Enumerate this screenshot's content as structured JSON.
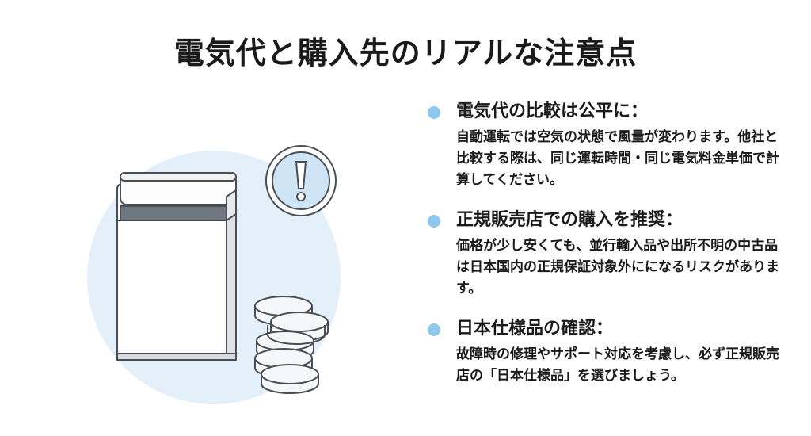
{
  "title": "電気代と購入先のリアルな注意点",
  "colors": {
    "bullet": "#8ec7ec",
    "circle_bg": "#e3f0fa",
    "device_outline": "#4a4f56",
    "device_band": "#6f7781",
    "warning_fill": "#cfe5f6"
  },
  "icons": {
    "device": "air-purifier-icon",
    "warning": "exclamation-icon",
    "coins": "coin-stack-icon"
  },
  "points": [
    {
      "heading": "電気代の比較は公平に：",
      "body": "自動運転では空気の状態で風量が変わります。他社と比較する際は、同じ運転時間・同じ電気料金単価で計算してください。"
    },
    {
      "heading": "正規販売店での購入を推奨：",
      "body": "価格が少し安くても、並行輸入品や出所不明の中古品は日本国内の正規保証対象外にになるリスクがあります。"
    },
    {
      "heading": "日本仕様品の確認：",
      "body": "故障時の修理やサポート対応を考慮し、必ず正規販売店の「日本仕様品」を選びましょう。"
    }
  ]
}
